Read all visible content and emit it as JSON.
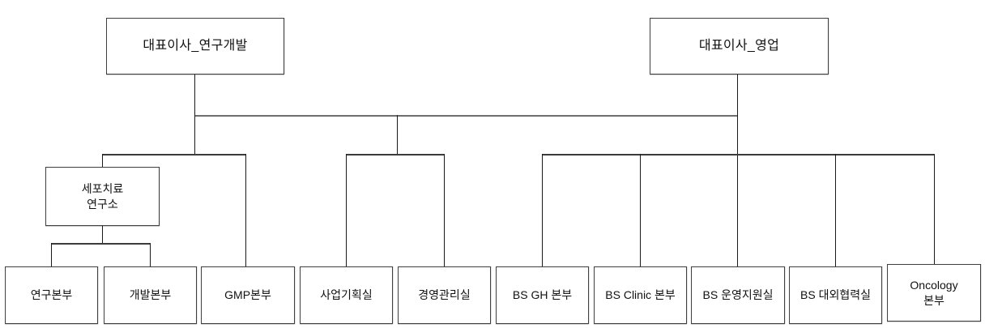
{
  "diagram": {
    "type": "org-chart",
    "background_color": "#ffffff",
    "box_border_color": "#3f3f3f",
    "connector_color": "#1a1a1a",
    "spine_connector_color": "#6e6e6e",
    "nodes": {
      "ceo_rnd": {
        "label": "대표이사_연구개발"
      },
      "ceo_sales": {
        "label": "대표이사_영업"
      },
      "cell_therapy": {
        "label": "세포치료\n연구소"
      },
      "research_hq": {
        "label": "연구본부"
      },
      "develop_hq": {
        "label": "개발본부"
      },
      "gmp_hq": {
        "label": "GMP본부"
      },
      "biz_planning": {
        "label": "사업기획실"
      },
      "mgmt_admin": {
        "label": "경영관리실"
      },
      "bs_gh": {
        "label": "BS GH 본부"
      },
      "bs_clinic": {
        "label": "BS Clinic 본부"
      },
      "bs_ops": {
        "label": "BS 운영지원실"
      },
      "bs_external": {
        "label": "BS 대외협력실"
      },
      "oncology": {
        "label": "Oncology\n본부"
      }
    },
    "hierarchy": {
      "ceo_rnd_children": [
        "cell_therapy",
        "gmp_hq",
        "biz_planning",
        "mgmt_admin"
      ],
      "cell_therapy_children": [
        "research_hq",
        "develop_hq"
      ],
      "ceo_sales_children": [
        "bs_gh",
        "bs_clinic",
        "bs_ops",
        "bs_external",
        "oncology"
      ]
    }
  }
}
